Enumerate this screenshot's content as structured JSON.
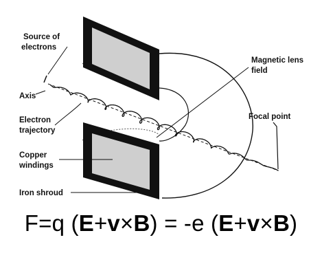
{
  "labels": {
    "source": [
      "Source of",
      "electrons"
    ],
    "axis": "Axis",
    "trajectory": [
      "Electron",
      "trajectory"
    ],
    "copper": [
      "Copper",
      "windings"
    ],
    "iron": "Iron shroud",
    "magnetic": [
      "Magnetic lens",
      "field"
    ],
    "focal": "Focal point"
  },
  "formula": {
    "lhs": "F=q (",
    "E1": "E",
    "plus1": "+",
    "v1": "v",
    "times1": "×",
    "B1": "B",
    "mid": ") = -e (",
    "E2": "E",
    "plus2": "+",
    "v2": "v",
    "times2": "×",
    "B2": "B",
    "rhs": ")"
  },
  "colors": {
    "shroud": "#111111",
    "winding": "#cfcfcf",
    "line": "#111111"
  }
}
